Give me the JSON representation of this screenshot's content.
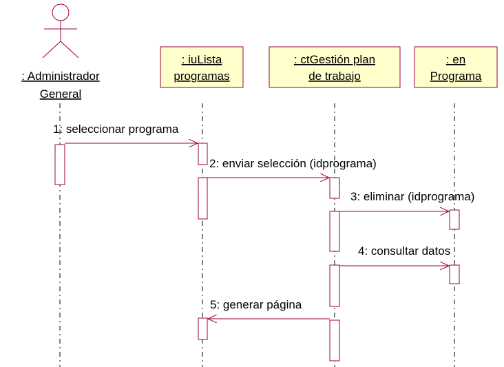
{
  "actor": {
    "name_line1": ": Administrador",
    "name_line2": "General"
  },
  "objects": [
    {
      "line1": ": iuLista",
      "line2": "programas"
    },
    {
      "line1": ": ctGestión plan",
      "line2": "de trabajo"
    },
    {
      "line1": ": en",
      "line2": "Programa"
    }
  ],
  "messages": [
    {
      "label": "1: seleccionar programa"
    },
    {
      "label": "2: enviar selección (idprograma)"
    },
    {
      "label": "3: eliminar (idprograma)"
    },
    {
      "label": "4: consultar datos"
    },
    {
      "label": "5: generar página"
    }
  ],
  "colors": {
    "box_fill": "#ffffcc",
    "line": "#990033"
  }
}
